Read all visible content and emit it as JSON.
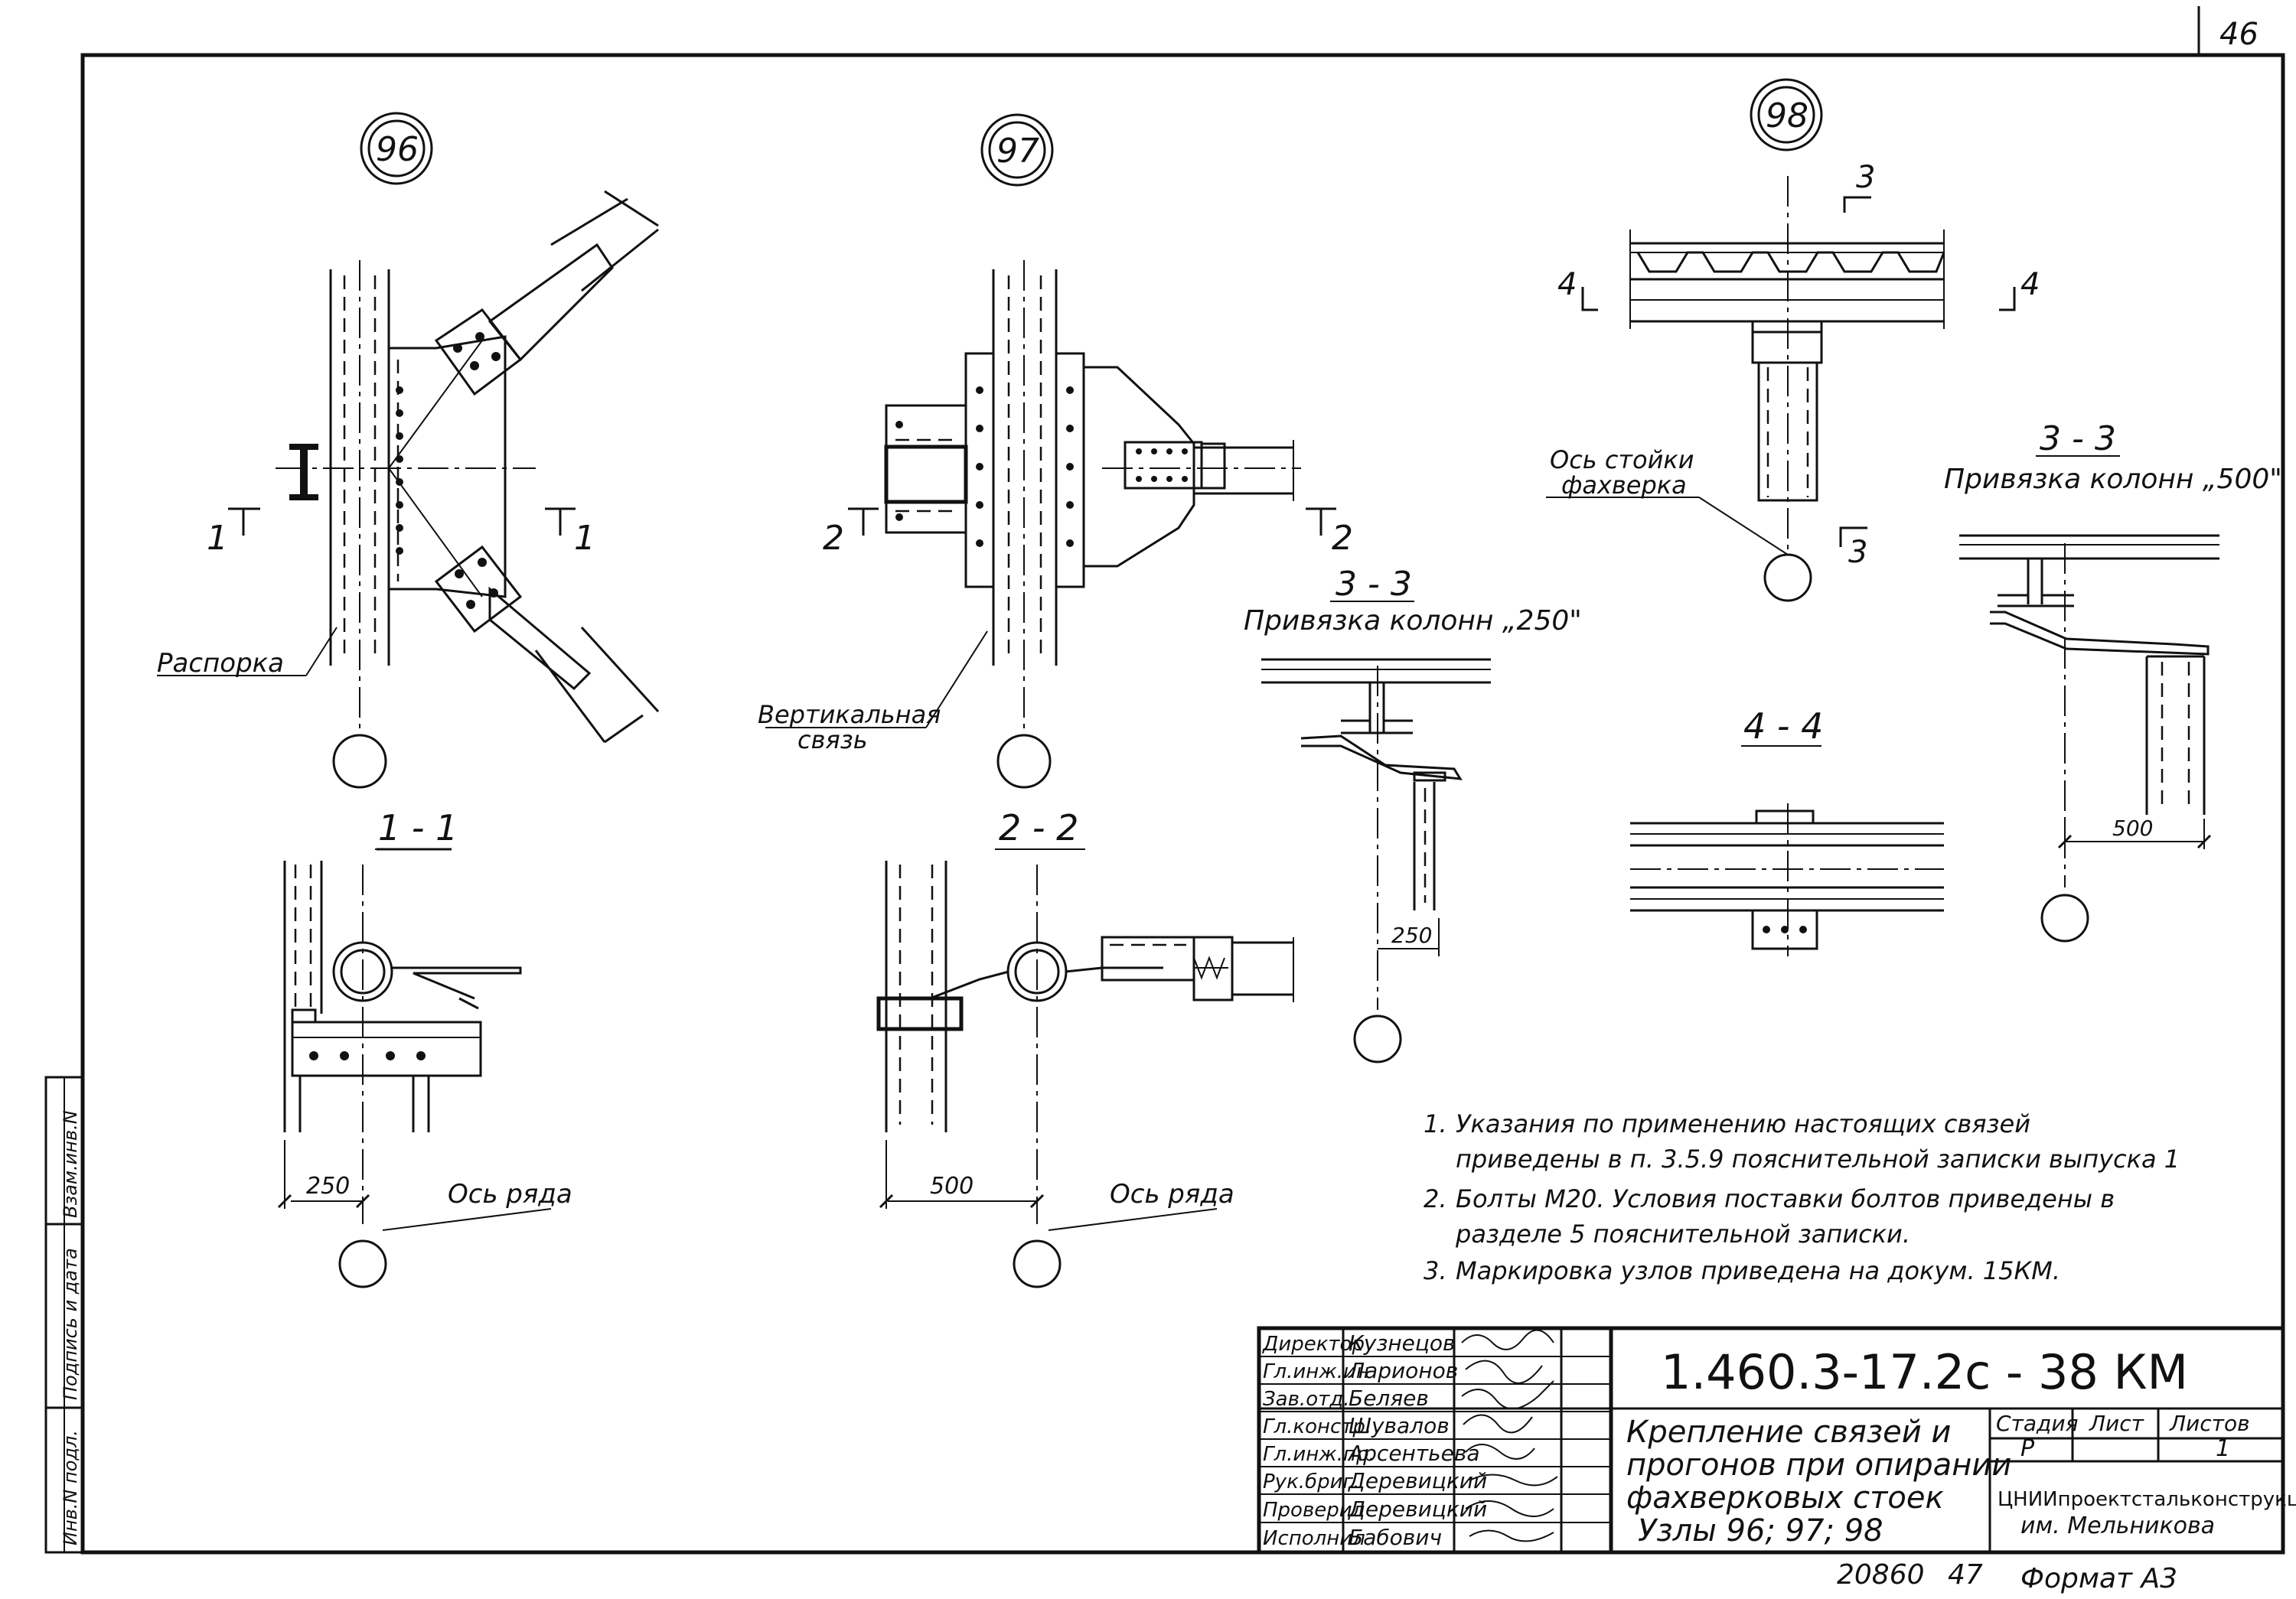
{
  "sheet_number": "46",
  "nodes": [
    {
      "id": "96",
      "label": "96"
    },
    {
      "id": "97",
      "label": "97"
    },
    {
      "id": "98",
      "label": "98"
    }
  ],
  "node96": {
    "strut_label": "Распорка",
    "cut_left": "1",
    "cut_right": "1"
  },
  "node97": {
    "brace_label_line1": "Вертикальная",
    "brace_label_line2": "связь",
    "cut_left": "2",
    "cut_right": "2"
  },
  "node98": {
    "cut_top": "3",
    "cut_bottom": "3",
    "cut_left": "4",
    "cut_right": "4",
    "post_axis_line1": "Ось стойки",
    "post_axis_line2": "фахверка"
  },
  "sections": {
    "s11": {
      "title": "1 - 1",
      "dim": "250",
      "axis_label": "Ось ряда"
    },
    "s22": {
      "title": "2 - 2",
      "dim": "500",
      "axis_label": "Ось ряда"
    },
    "s33a": {
      "title": "3 - 3",
      "subtitle": "Привязка колонн „250\"",
      "dim": "250"
    },
    "s33b": {
      "title": "3 - 3",
      "subtitle": "Привязка колонн „500\"",
      "dim": "500"
    },
    "s44": {
      "title": "4 - 4"
    }
  },
  "notes": [
    {
      "num": "1.",
      "line1": "Указания по применению настоящих связей",
      "line2": "приведены в п. 3.5.9 пояснительной записки выпуска 1"
    },
    {
      "num": "2.",
      "line1": "Болты М20. Условия поставки болтов приведены в",
      "line2": "разделе 5 пояснительной записки."
    },
    {
      "num": "3.",
      "line1": "Маркировка узлов приведена на докум. 15КМ.",
      "line2": ""
    }
  ],
  "title_block": {
    "doc_code": "1.460.3-17.2с - 38 КМ",
    "title_lines": [
      "Крепление связей и",
      "прогонов при опирании",
      "фахверковых стоек",
      "Узлы 96; 97; 98"
    ],
    "stage_header": "Стадия",
    "sheet_header": "Лист",
    "sheets_header": "Листов",
    "stage": "Р",
    "sheets": "1",
    "org_line1": "ЦНИИпроектстальконструкция",
    "org_line2": "им. Мельникова",
    "staff": [
      {
        "role": "Директор",
        "name": "Кузнецов"
      },
      {
        "role": "Гл.инж.ин",
        "name": "Ларионов"
      },
      {
        "role": "Зав.отд.",
        "name": "Беляев"
      },
      {
        "role": "Гл.констр.",
        "name": "Шувалов"
      },
      {
        "role": "Гл.инж.пр.",
        "name": "Арсентьева"
      },
      {
        "role": "Рук.бриг.",
        "name": "Деревицкий"
      },
      {
        "role": "Проверил",
        "name": "Деревицкий"
      },
      {
        "role": "Исполнил",
        "name": "Бабович"
      }
    ]
  },
  "side_stamp": [
    "Инв.N подл.",
    "Подпись и дата",
    "Взам.инв.N"
  ],
  "footer": {
    "archive": "20860",
    "archive_sheet": "47",
    "format": "Формат А3"
  }
}
